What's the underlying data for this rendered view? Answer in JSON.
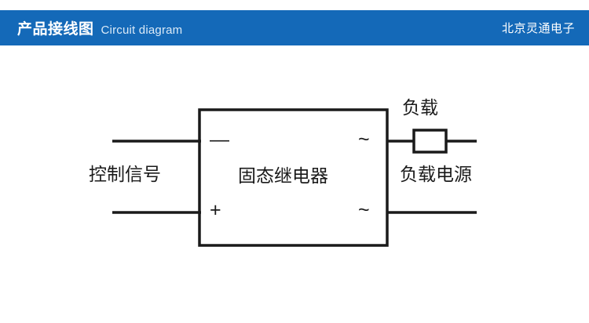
{
  "header": {
    "title_cn": "产品接线图",
    "title_en": "Circuit diagram",
    "brand": "北京灵通电子",
    "background_color": "#1469b8",
    "text_color": "#ffffff"
  },
  "diagram": {
    "type": "circuit-wiring-diagram",
    "line_color": "#1a1a1a",
    "labels": {
      "control_signal": "控制信号",
      "device": "固态继电器",
      "load": "负载",
      "load_power": "负载电源"
    },
    "terminals": {
      "minus": "—",
      "plus": "+",
      "ac_top": "~",
      "ac_bottom": "~"
    },
    "components": [
      {
        "name": "relay-body",
        "shape": "rectangle",
        "label": "固态继电器"
      },
      {
        "name": "load-resistor",
        "shape": "rectangle",
        "label": "负载"
      }
    ],
    "wires": [
      {
        "name": "control-signal-positive-wire",
        "side": "left"
      },
      {
        "name": "control-signal-negative-wire",
        "side": "left"
      },
      {
        "name": "load-output-wire",
        "side": "right"
      },
      {
        "name": "load-power-return-wire",
        "side": "right"
      },
      {
        "name": "load-power-rail",
        "side": "right",
        "orientation": "vertical"
      }
    ]
  }
}
